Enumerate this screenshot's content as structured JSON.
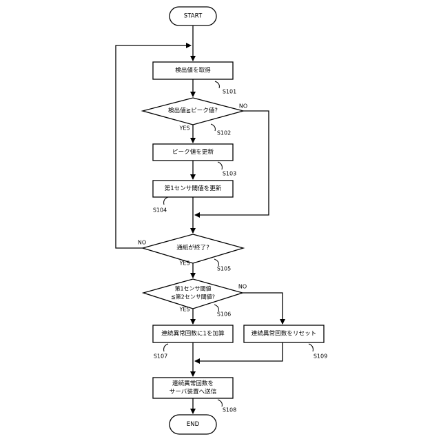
{
  "terminals": {
    "start": "START",
    "end": "END"
  },
  "steps": {
    "s101": {
      "label": "検出値を取得",
      "tag": "S101"
    },
    "s102": {
      "label": "検出値≧ピーク値?",
      "tag": "S102",
      "yes": "YES",
      "no": "NO"
    },
    "s103": {
      "label": "ピーク値を更新",
      "tag": "S103"
    },
    "s104": {
      "label": "第1センサ閾値を更新",
      "tag": "S104"
    },
    "s105": {
      "label": "通紙が終了?",
      "tag": "S105",
      "yes": "YES",
      "no": "NO"
    },
    "s106": {
      "line1": "第1センサ閾値",
      "line2": "≦第2センサ閾値?",
      "tag": "S106",
      "yes": "YES",
      "no": "NO"
    },
    "s107": {
      "label": "連続異常回数に1を加算",
      "tag": "S107"
    },
    "s108": {
      "line1": "連続異常回数を",
      "line2": "サーバ装置へ送信",
      "tag": "S108"
    },
    "s109": {
      "label": "連続異常回数をリセット",
      "tag": "S109"
    }
  }
}
